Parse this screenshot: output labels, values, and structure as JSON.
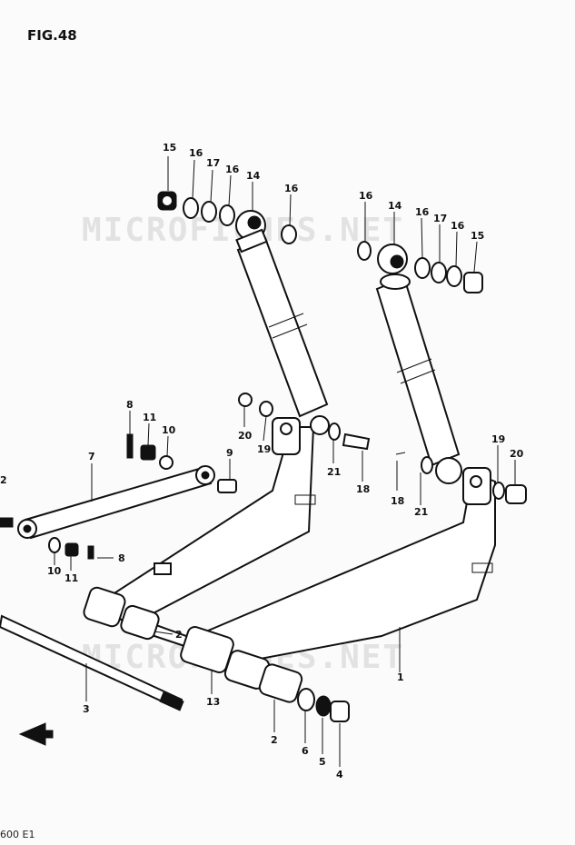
{
  "figure": {
    "title": "FIG.48",
    "footer": "600 E1",
    "watermark": "MICROFICHES.NET"
  },
  "callouts": [
    {
      "id": "c15a",
      "text": "15"
    },
    {
      "id": "c16a",
      "text": "16"
    },
    {
      "id": "c17a",
      "text": "17"
    },
    {
      "id": "c16b",
      "text": "16"
    },
    {
      "id": "c14a",
      "text": "14"
    },
    {
      "id": "c16c",
      "text": "16"
    },
    {
      "id": "c16d",
      "text": "16"
    },
    {
      "id": "c14b",
      "text": "14"
    },
    {
      "id": "c16e",
      "text": "16"
    },
    {
      "id": "c17b",
      "text": "17"
    },
    {
      "id": "c16f",
      "text": "16"
    },
    {
      "id": "c15b",
      "text": "15"
    },
    {
      "id": "c8a",
      "text": "8"
    },
    {
      "id": "c11a",
      "text": "11"
    },
    {
      "id": "c10a",
      "text": "10"
    },
    {
      "id": "c20a",
      "text": "20"
    },
    {
      "id": "c19a",
      "text": "19"
    },
    {
      "id": "c21a",
      "text": "21"
    },
    {
      "id": "c18a",
      "text": "18"
    },
    {
      "id": "c9",
      "text": "9"
    },
    {
      "id": "c7",
      "text": "7"
    },
    {
      "id": "c12",
      "text": "2"
    },
    {
      "id": "c19b",
      "text": "19"
    },
    {
      "id": "c20b",
      "text": "20"
    },
    {
      "id": "c18b",
      "text": "18"
    },
    {
      "id": "c21b",
      "text": "21"
    },
    {
      "id": "c10b",
      "text": "10"
    },
    {
      "id": "c11b",
      "text": "11"
    },
    {
      "id": "c8b",
      "text": "8"
    },
    {
      "id": "c2a",
      "text": "2"
    },
    {
      "id": "c1",
      "text": "1"
    },
    {
      "id": "c3",
      "text": "3"
    },
    {
      "id": "c13",
      "text": "13"
    },
    {
      "id": "c2b",
      "text": "2"
    },
    {
      "id": "c6",
      "text": "6"
    },
    {
      "id": "c5",
      "text": "5"
    },
    {
      "id": "c4",
      "text": "4"
    }
  ]
}
